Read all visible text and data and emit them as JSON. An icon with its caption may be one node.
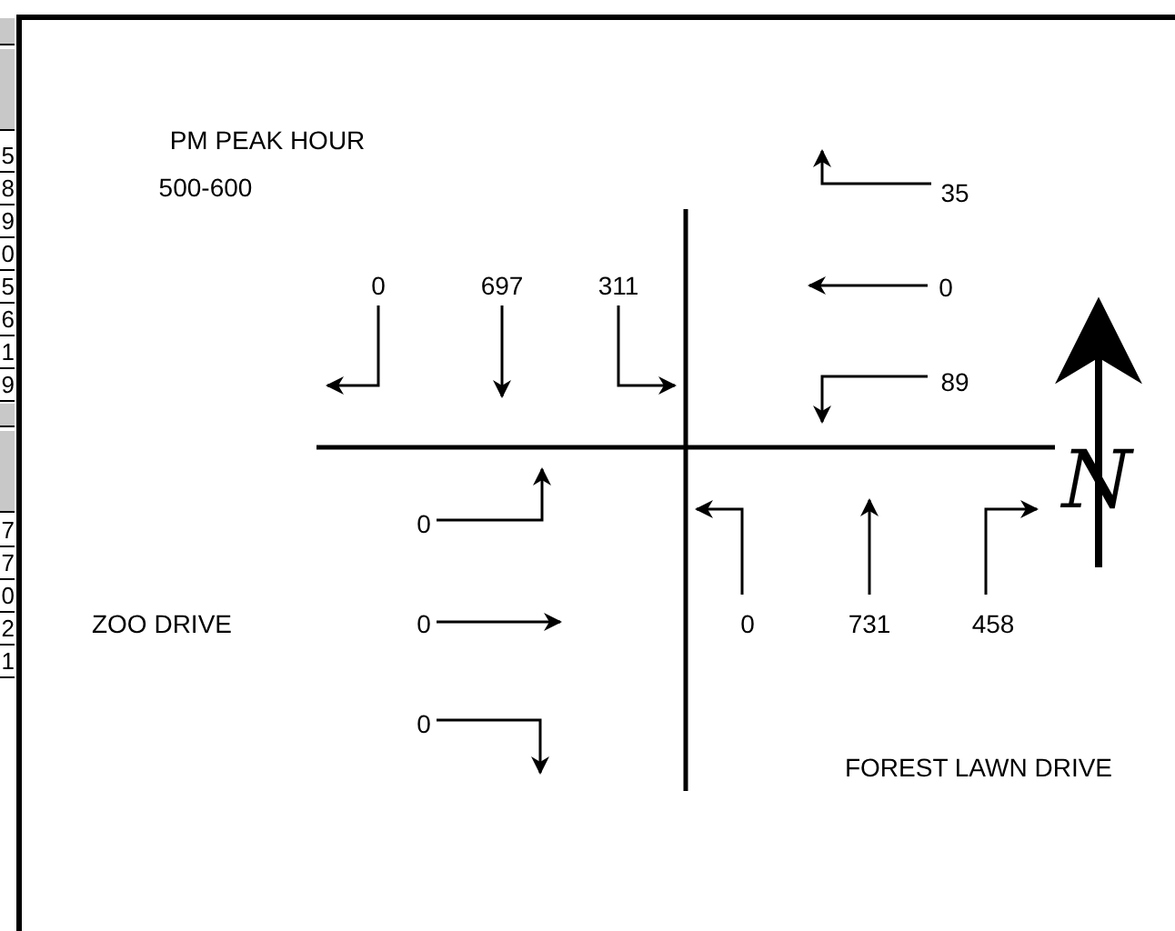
{
  "diagram": {
    "labels": [
      "5",
      "8",
      "9",
      "0",
      "5",
      "6",
      "1",
      "9",
      "7",
      "7",
      "0",
      "2",
      "1",
      "PM PEAK HOUR",
      "500-600",
      "35",
      "0",
      "697",
      "311",
      "0",
      "89",
      "N",
      "0",
      "ZOO DRIVE",
      "0",
      "0",
      "731",
      "458",
      "0",
      "FOREST LAWN DRIVE"
    ]
  }
}
